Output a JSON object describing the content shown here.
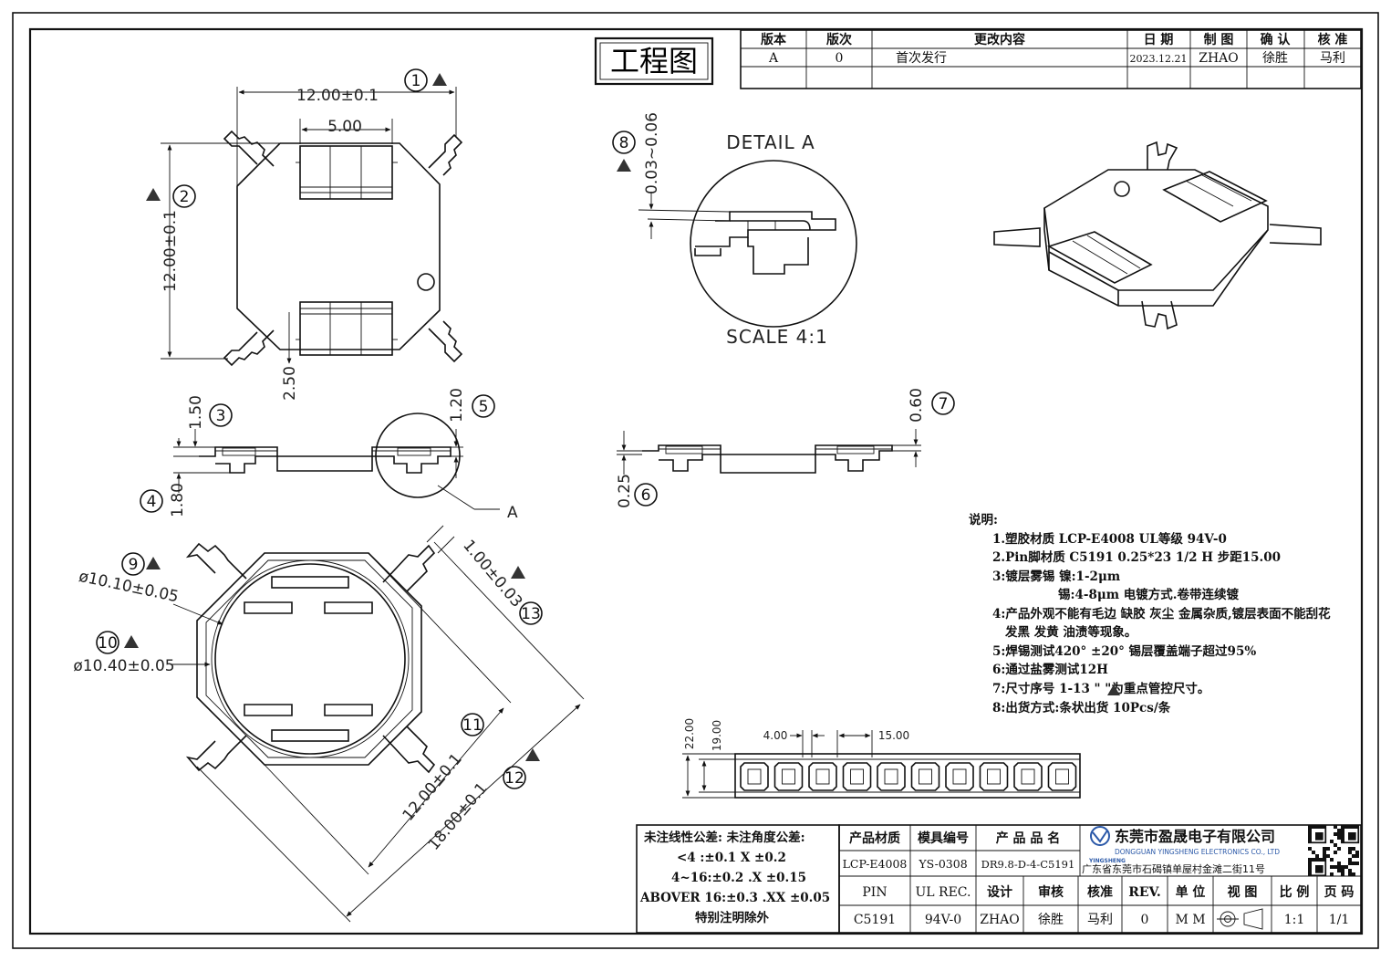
{
  "title_stamp": "工程图",
  "revision_table": {
    "headers": [
      "版本",
      "版次",
      "更改内容",
      "日 期",
      "制 图",
      "确 认",
      "核 准"
    ],
    "row": [
      "A",
      "0",
      "首次发行",
      "2023.12.21",
      "ZHAO",
      "徐胜",
      "马利"
    ]
  },
  "detail": {
    "title": "DETAIL A",
    "scale": "SCALE 4:1",
    "dim": "0.03~0.06",
    "callout": "A"
  },
  "bubbles": [
    "1",
    "2",
    "3",
    "4",
    "5",
    "6",
    "7",
    "8",
    "9",
    "10",
    "11",
    "12",
    "13"
  ],
  "dims": {
    "d1": "12.00±0.1",
    "d5w": "5.00",
    "d2": "12.00±0.1",
    "d250": "2.50",
    "d3": "1.50",
    "d4": "1.80",
    "d5": "1.20",
    "d6": "0.25",
    "d7": "0.60",
    "d9": "ø10.10±0.05",
    "d10": "ø10.40±0.05",
    "d13": "1.00±0.03",
    "d11": "12.00±0.1",
    "d12": "18.00±0.1",
    "strip_h1": "22.00",
    "strip_h2": "19.00",
    "strip_w1": "4.00",
    "strip_w2": "15.00"
  },
  "notes": {
    "heading": "说明:",
    "lines": [
      "1.塑胶材质 LCP-E4008  UL等级 94V-0",
      "2.Pin脚材质 C5191  0.25*23 1/2 H 步距15.00",
      "3:镀层雾锡  镍:1-2μm",
      "锡:4-8μm 电镀方式.卷带连续镀",
      "4:产品外观不能有毛边 缺胶 灰尘 金属杂质,镀层表面不能刮花",
      "发黑 发黄 油渍等现象。",
      "5:焊锡测试420° ±20° 锡层覆盖端子超过95%",
      "6:通过盐雾测试12H",
      "7:尺寸序号 1-13 \"   \"为重点管控尺寸。",
      "8:出货方式:条状出货 10Pcs/条"
    ]
  },
  "tolerance": {
    "title": "未注线性公差:  未注角度公差:",
    "lines": [
      "<4 :±0.1  X ±0.2",
      "4~16:±0.2  .X ±0.15",
      "ABOVER 16:±0.3  .XX ±0.05",
      "特别注明除外"
    ]
  },
  "titleblock": {
    "row1_labels": [
      "产品材质",
      "模具编号",
      "产 品 品 名"
    ],
    "row2_values": [
      "LCP-E4008",
      "YS-0308",
      "DR9.8-D-4-C5191"
    ],
    "row3_labels": [
      "PIN",
      "UL REC.",
      "设计",
      "审核",
      "核准",
      "REV.",
      "单 位",
      "视 图",
      "比 例",
      "页 码"
    ],
    "row4_values": [
      "C5191",
      "94V-0",
      "ZHAO",
      "徐胜",
      "马利",
      "0",
      "M M",
      "",
      "1:1",
      "1/1"
    ],
    "company_cn": "东莞市盈晟电子有限公司",
    "company_en": "DONGGUAN YINGSHENG ELECTRONICS CO., LTD",
    "company_logo_text": "YINGSHENG",
    "address": "广东省东莞市石碣镇单屋村金滩二街11号"
  }
}
